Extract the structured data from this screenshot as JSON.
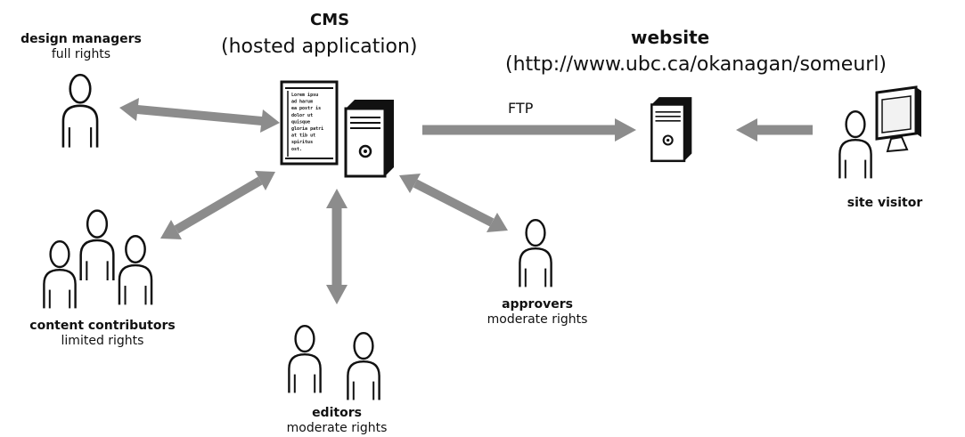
{
  "colors": {
    "arrow": "#8c8c8c",
    "ink": "#111111",
    "fill": "#ffffff"
  },
  "cms": {
    "title": "CMS",
    "subtitle": "(hosted application)",
    "doc_lines": [
      "Lorem ipsu",
      "ad harum",
      "ea postr is",
      "dolor ut",
      "quisque",
      "gloria patri",
      "at tib ut",
      "spiritus",
      "ost."
    ]
  },
  "website": {
    "title": "website",
    "url": "(http://www.ubc.ca/okanagan/someurl)"
  },
  "ftp_label": "FTP",
  "roles": {
    "design_managers": {
      "name": "design managers",
      "rights": "full rights"
    },
    "content_contributors": {
      "name": "content contributors",
      "rights": "limited rights"
    },
    "editors": {
      "name": "editors",
      "rights": "moderate rights"
    },
    "approvers": {
      "name": "approvers",
      "rights": "moderate rights"
    },
    "site_visitor": {
      "name": "site visitor"
    }
  },
  "icons": {
    "person": "person-icon",
    "server": "server-icon",
    "document": "document-icon",
    "monitor": "monitor-icon"
  }
}
